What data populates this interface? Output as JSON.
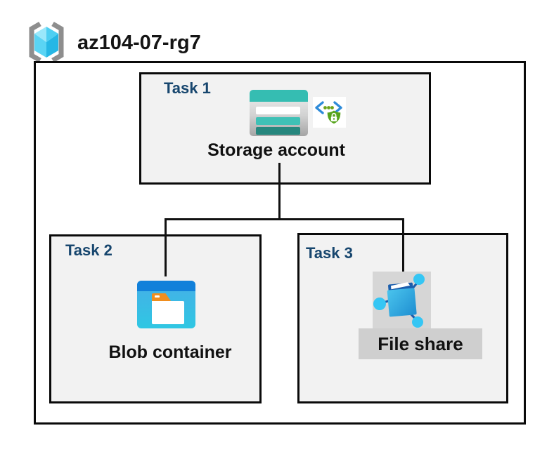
{
  "header": {
    "resource_group_name": "az104-07-rg7"
  },
  "diagram": {
    "tasks": {
      "task1": {
        "label": "Task 1",
        "resource": "Storage account"
      },
      "task2": {
        "label": "Task 2",
        "resource": "Blob container"
      },
      "task3": {
        "label": "Task 3",
        "resource": "File share"
      }
    },
    "connections": [
      {
        "from": "Storage account",
        "to": "Blob container"
      },
      {
        "from": "Storage account",
        "to": "File share"
      }
    ]
  },
  "icons": {
    "resource_group": "resource-group-icon",
    "storage_account": "storage-account-icon",
    "secure_access": "code-shield-lock-icon",
    "blob_container": "blob-container-icon",
    "file_share": "file-share-icon"
  },
  "colors": {
    "task_label": "#17466E",
    "box_fill": "#F2F2F2",
    "box_border": "#0A0A0A",
    "storage_teal": "#35BDB2",
    "storage_teal_dark": "#27877E",
    "blob_blue": "#1180DA",
    "blob_body": "#2FC7E3",
    "folder_orange": "#F08E1E",
    "fileshare_blue": "#1B5EAD",
    "fileshare_node": "#35C6F4",
    "shield_green": "#57A41C",
    "chevron_blue": "#2E8BD9",
    "plate_gray": "#D6D6D6",
    "label_bar_gray": "#CFCFCF"
  }
}
